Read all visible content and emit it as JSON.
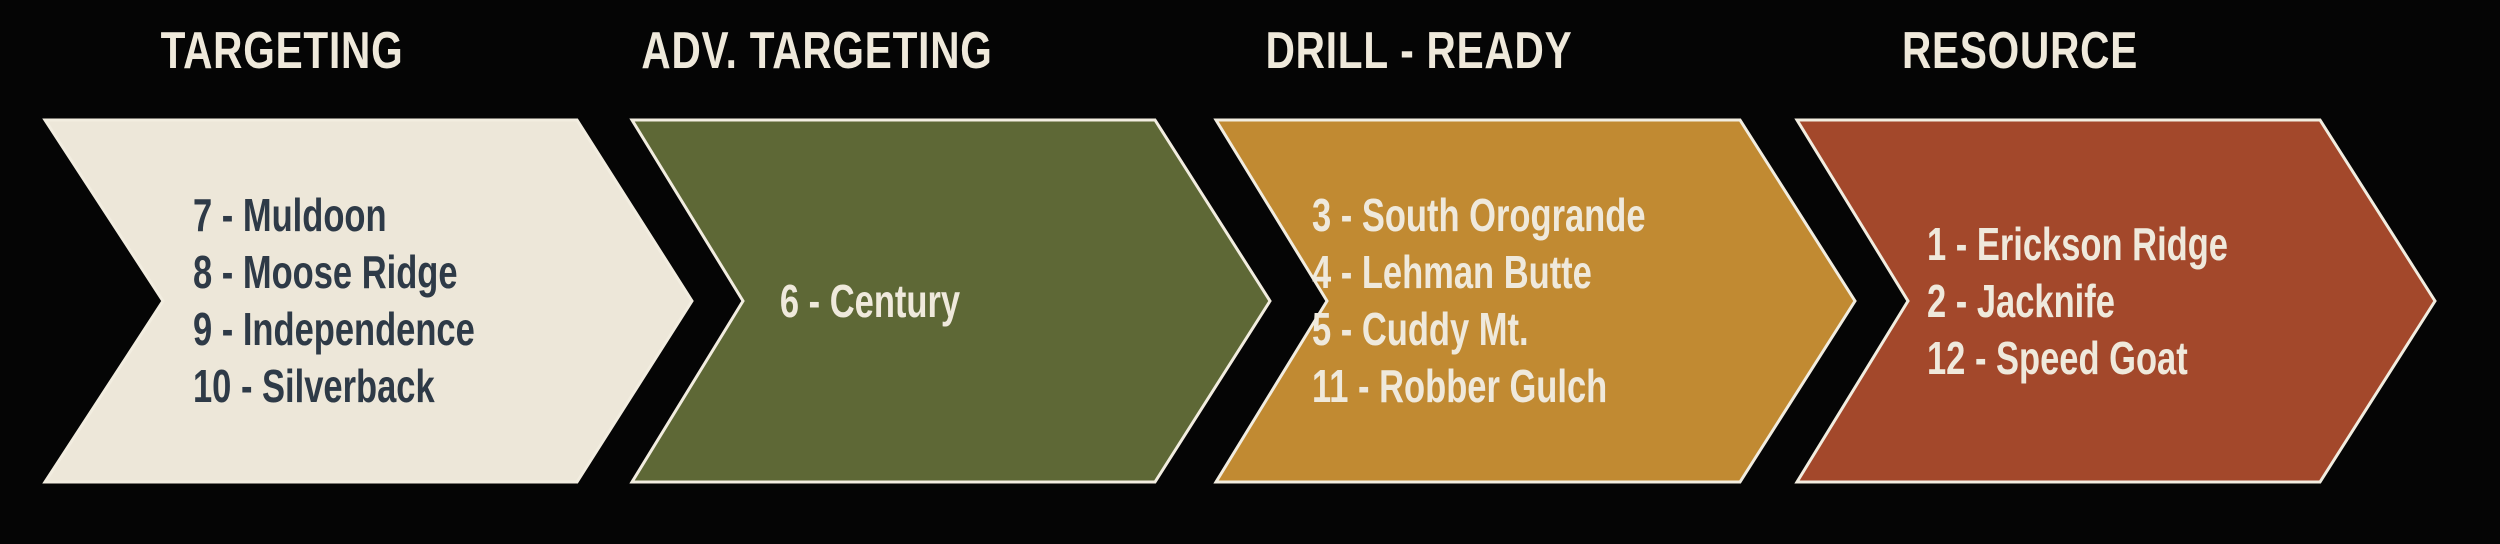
{
  "diagram": {
    "type": "chevron-process-flow",
    "background_color": "#050505",
    "outline_color": "#F2EDE0",
    "title_color": "#EFE9DB",
    "stages": [
      {
        "title": "TARGETING",
        "color": "#EDE7D9",
        "text_color": "#2E3A47",
        "projects": [
          "7 - Muldoon",
          "8 - Moose Ridge",
          "9 - Independence",
          "10 - Silverback"
        ]
      },
      {
        "title": "ADV. TARGETING",
        "color": "#5E6836",
        "text_color": "#EFE9DC",
        "projects": [
          "6 - Century"
        ]
      },
      {
        "title": "DRILL - READY",
        "color": "#C18A32",
        "text_color": "#EFE9DC",
        "projects": [
          "3 - South Orogrande",
          "4 - Lehman Butte",
          "5 - Cuddy Mt.",
          "11 - Robber Gulch"
        ]
      },
      {
        "title": "RESOURCE",
        "color": "#A3482B",
        "text_color": "#EFE9DC",
        "projects": [
          "1 - Erickson Ridge",
          "2 - Jacknife",
          "12 - Speed Goat"
        ]
      }
    ]
  }
}
